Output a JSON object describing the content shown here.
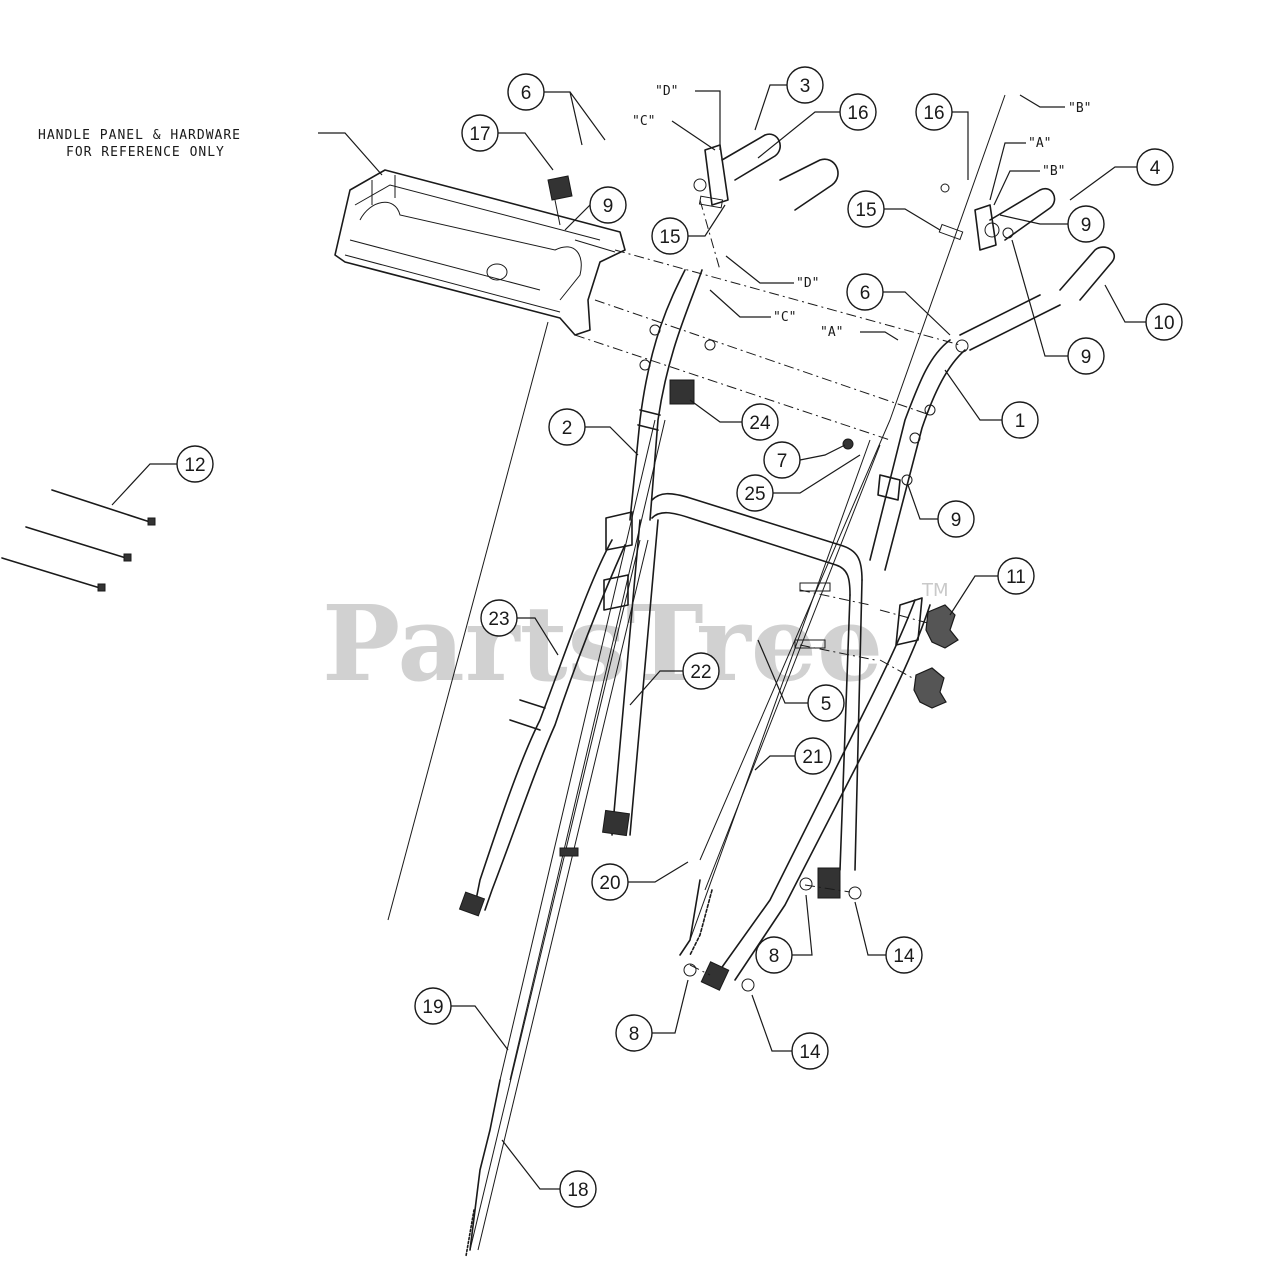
{
  "reference_note": {
    "line1": "HANDLE PANEL & HARDWARE",
    "line2": "FOR REFERENCE ONLY"
  },
  "watermark": {
    "text": "PartsTree",
    "tm": "TM"
  },
  "callouts": {
    "c1": "1",
    "c2": "2",
    "c3": "3",
    "c4": "4",
    "c5": "5",
    "c6a": "6",
    "c6b": "6",
    "c7": "7",
    "c8a": "8",
    "c8b": "8",
    "c9a": "9",
    "c9b": "9",
    "c9c": "9",
    "c9d": "9",
    "c10": "10",
    "c11": "11",
    "c12": "12",
    "c14a": "14",
    "c14b": "14",
    "c15a": "15",
    "c15b": "15",
    "c16a": "16",
    "c16b": "16",
    "c17": "17",
    "c18": "18",
    "c19": "19",
    "c20": "20",
    "c21": "21",
    "c22": "22",
    "c23": "23",
    "c24": "24",
    "c25": "25"
  },
  "connection_labels": {
    "d_top": "\"D\"",
    "c_top": "\"C\"",
    "d_mid": "\"D\"",
    "c_mid": "\"C\"",
    "b_top": "\"B\"",
    "a_top": "\"A\"",
    "b_mid": "\"B\"",
    "a_mid": "\"A\""
  }
}
